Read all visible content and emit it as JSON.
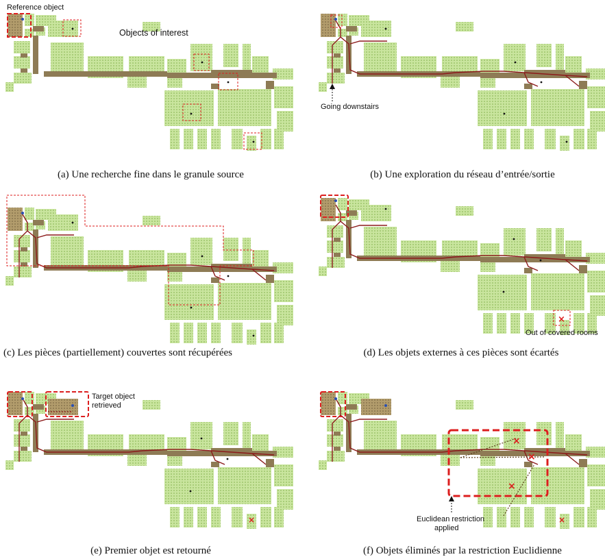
{
  "panels": [
    {
      "id": "a",
      "caption": "(a)  Une recherche fine dans le granule source",
      "labels": {
        "ref": "Reference object",
        "objs": "Objects of interest"
      }
    },
    {
      "id": "b",
      "caption": "(b)  Une exploration du réseau d’entrée/sortie",
      "labels": {
        "down": "Going downstairs"
      }
    },
    {
      "id": "c",
      "caption": "(c)  Les pièces (partiellement) couvertes sont récupérées",
      "labels": {}
    },
    {
      "id": "d",
      "caption": "(d)  Les objets externes à ces pièces sont écartés",
      "labels": {
        "out": "Out of covered rooms"
      }
    },
    {
      "id": "e",
      "caption": "(e)  Premier objet est retourné",
      "labels": {
        "target1": "Target object",
        "target2": "retrieved"
      }
    },
    {
      "id": "f",
      "caption": "(f)  Objets éliminés par la restriction Euclidienne",
      "labels": {
        "eu1": "Euclidean restriction",
        "eu2": "applied"
      }
    }
  ],
  "colors": {
    "room": "#c6e29a",
    "room_dot": "#8db85a",
    "corridor": "#8a7a5a",
    "route": "#8b1a1a",
    "highlight": "#dc1e1e",
    "source": "#b0996a",
    "point": "#111111",
    "ref_point": "#2a4fb0"
  }
}
